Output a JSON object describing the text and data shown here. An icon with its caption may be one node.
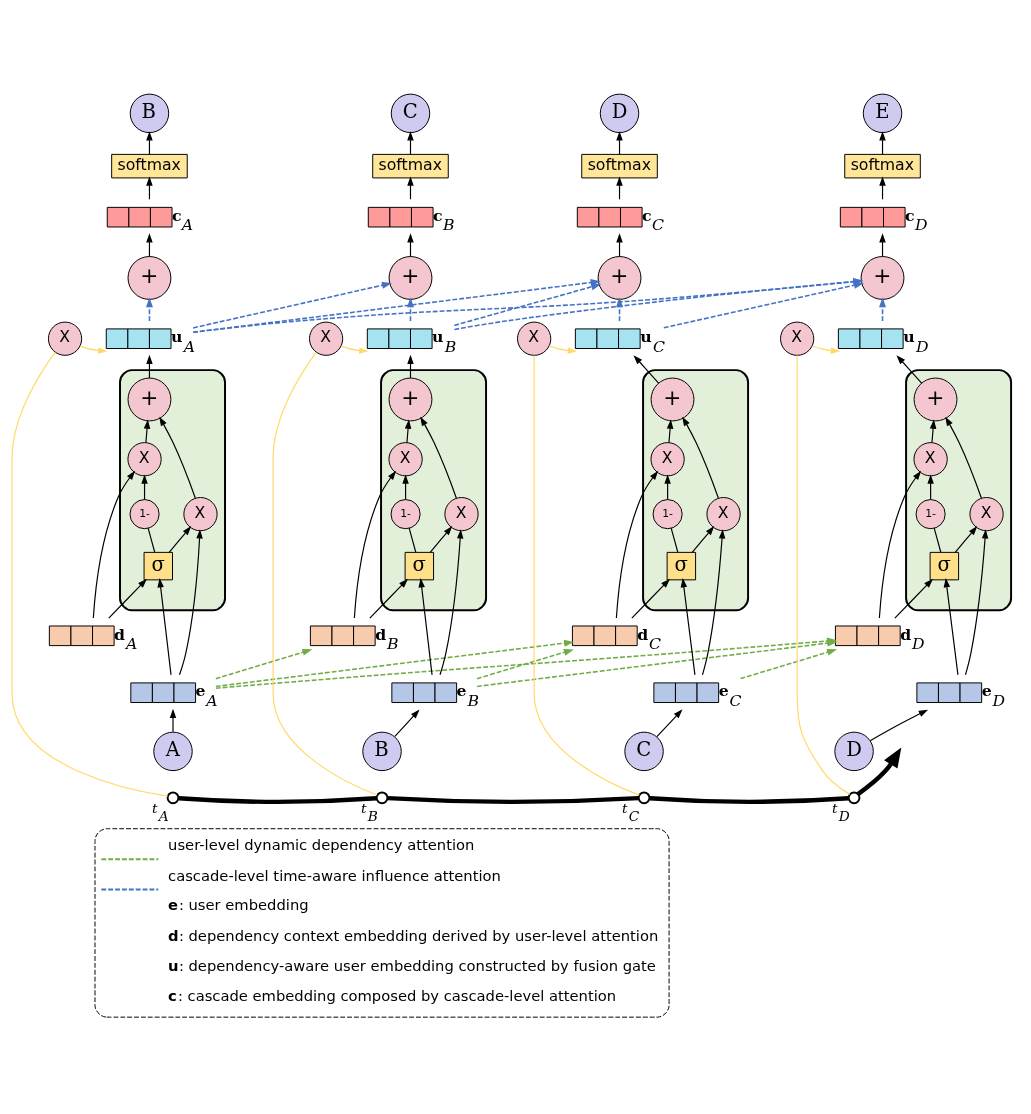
{
  "diagram": {
    "nodes": [
      {
        "text": [
          "B"
        ]
      },
      {
        "text": [
          "softmax"
        ]
      },
      {
        "text": [],
        "shape": "bar",
        "beside": [
          "**c**$_{A}$"
        ]
      },
      {
        "text": [
          "+"
        ]
      },
      {
        "text": [],
        "shape": "bar",
        "beside": [
          "**u**$_{A}$"
        ]
      },
      {
        "text": [
          "X"
        ]
      },
      {
        "text": [],
        "shape": "box"
      },
      {
        "text": [
          "+"
        ],
        "in": 6
      },
      {
        "text": [
          "X"
        ],
        "in": 6
      },
      {
        "text": [
          "1-"
        ],
        "in": 6
      },
      {
        "text": [
          "X"
        ],
        "in": 6
      },
      {
        "text": [
          "σ"
        ],
        "in": 6
      },
      {
        "text": [],
        "shape": "bar",
        "beside": [
          "**d**$_{A}$"
        ]
      },
      {
        "text": [],
        "shape": "bar",
        "beside": [
          "**e**$_{A}$"
        ]
      },
      {
        "text": [
          "A"
        ]
      },
      {
        "text": [],
        "shape": "circle",
        "beside": [
          "t$_{A}$"
        ]
      },
      {
        "text": [
          "C"
        ]
      },
      {
        "text": [
          "softmax"
        ]
      },
      {
        "text": [],
        "shape": "bar",
        "beside": [
          "**c**$_{B}$"
        ]
      },
      {
        "text": [
          "+"
        ]
      },
      {
        "text": [],
        "shape": "bar",
        "beside": [
          "**u**$_{B}$"
        ]
      },
      {
        "text": [
          "X"
        ]
      },
      {
        "text": [],
        "shape": "box"
      },
      {
        "text": [
          "+"
        ],
        "in": 22
      },
      {
        "text": [
          "X"
        ],
        "in": 22
      },
      {
        "text": [
          "1-"
        ],
        "in": 22
      },
      {
        "text": [
          "X"
        ],
        "in": 22
      },
      {
        "text": [
          "σ"
        ],
        "in": 22
      },
      {
        "text": [],
        "shape": "bar",
        "beside": [
          "**d**$_{B}$"
        ]
      },
      {
        "text": [],
        "shape": "bar",
        "beside": [
          "**e**$_{B}$"
        ]
      },
      {
        "text": [
          "B"
        ]
      },
      {
        "text": [],
        "shape": "circle",
        "beside": [
          "t$_{B}$"
        ]
      },
      {
        "text": [
          "D"
        ]
      },
      {
        "text": [
          "softmax"
        ]
      },
      {
        "text": [],
        "shape": "bar",
        "beside": [
          "**c**$_{C}$"
        ]
      },
      {
        "text": [
          "+"
        ]
      },
      {
        "text": [],
        "shape": "bar",
        "beside": [
          "**u**$_{C}$"
        ]
      },
      {
        "text": [
          "X"
        ]
      },
      {
        "text": [],
        "shape": "box"
      },
      {
        "text": [
          "+"
        ],
        "in": 38
      },
      {
        "text": [
          "X"
        ],
        "in": 38
      },
      {
        "text": [
          "1-"
        ],
        "in": 38
      },
      {
        "text": [
          "X"
        ],
        "in": 38
      },
      {
        "text": [
          "σ"
        ],
        "in": 38
      },
      {
        "text": [],
        "shape": "bar",
        "beside": [
          "**d**$_{C}$"
        ]
      },
      {
        "text": [],
        "shape": "bar",
        "beside": [
          "**e**$_{C}$"
        ]
      },
      {
        "text": [
          "C"
        ]
      },
      {
        "text": [],
        "shape": "circle",
        "beside": [
          "t$_{C}$"
        ]
      },
      {
        "text": [
          "E"
        ]
      },
      {
        "text": [
          "softmax"
        ]
      },
      {
        "text": [],
        "shape": "bar",
        "beside": [
          "**c**$_{D}$"
        ]
      },
      {
        "text": [
          "+"
        ]
      },
      {
        "text": [],
        "shape": "bar",
        "beside": [
          "**u**$_{D}$"
        ]
      },
      {
        "text": [
          "X"
        ]
      },
      {
        "text": [],
        "shape": "box"
      },
      {
        "text": [
          "+"
        ],
        "in": 54
      },
      {
        "text": [
          "X"
        ],
        "in": 54
      },
      {
        "text": [
          "1-"
        ],
        "in": 54
      },
      {
        "text": [
          "X"
        ],
        "in": 54
      },
      {
        "text": [
          "σ"
        ],
        "in": 54
      },
      {
        "text": [],
        "shape": "bar",
        "beside": [
          "**d**$_{D}$"
        ]
      },
      {
        "text": [],
        "shape": "bar",
        "beside": [
          "**e**$_{D}$"
        ]
      },
      {
        "text": [
          "D"
        ]
      },
      {
        "text": [],
        "shape": "circle",
        "beside": [
          "t$_{D}$"
        ]
      }
    ],
    "edges": [
      {
        "from": 14,
        "to": 13,
        "arrow": "to"
      },
      {
        "from": 13,
        "to": 8,
        "arrow": "to"
      },
      {
        "from": 13,
        "to": 11,
        "arrow": "to"
      },
      {
        "from": 12,
        "to": 10,
        "arrow": "to"
      },
      {
        "from": 12,
        "to": 11,
        "arrow": "to"
      },
      {
        "from": 11,
        "to": 8,
        "arrow": "to"
      },
      {
        "from": 11,
        "to": 9,
        "arrow": "none"
      },
      {
        "from": 9,
        "to": 10,
        "arrow": "to"
      },
      {
        "from": 8,
        "to": 7,
        "arrow": "to"
      },
      {
        "from": 10,
        "to": 7,
        "arrow": "to"
      },
      {
        "from": 7,
        "to": 4,
        "arrow": "to"
      },
      {
        "from": 15,
        "to": 5,
        "arrow": "none",
        "color": "#ffd966"
      },
      {
        "from": 5,
        "to": 4,
        "arrow": "to",
        "color": "#ffd966"
      },
      {
        "from": 4,
        "to": 3,
        "arrow": "to",
        "style": "dashed",
        "color": "#4472c4"
      },
      {
        "from": 3,
        "to": 2,
        "arrow": "to"
      },
      {
        "from": 2,
        "to": 1,
        "arrow": "to"
      },
      {
        "from": 1,
        "to": 0,
        "arrow": "to"
      },
      {
        "from": 30,
        "to": 29,
        "arrow": "to"
      },
      {
        "from": 29,
        "to": 24,
        "arrow": "to"
      },
      {
        "from": 29,
        "to": 27,
        "arrow": "to"
      },
      {
        "from": 28,
        "to": 26,
        "arrow": "to"
      },
      {
        "from": 28,
        "to": 27,
        "arrow": "to"
      },
      {
        "from": 27,
        "to": 24,
        "arrow": "to"
      },
      {
        "from": 27,
        "to": 25,
        "arrow": "none"
      },
      {
        "from": 25,
        "to": 26,
        "arrow": "to"
      },
      {
        "from": 24,
        "to": 23,
        "arrow": "to"
      },
      {
        "from": 26,
        "to": 23,
        "arrow": "to"
      },
      {
        "from": 23,
        "to": 20,
        "arrow": "to"
      },
      {
        "from": 31,
        "to": 21,
        "arrow": "none",
        "color": "#ffd966"
      },
      {
        "from": 21,
        "to": 20,
        "arrow": "to",
        "color": "#ffd966"
      },
      {
        "from": 20,
        "to": 19,
        "arrow": "to",
        "style": "dashed",
        "color": "#4472c4"
      },
      {
        "from": 19,
        "to": 18,
        "arrow": "to"
      },
      {
        "from": 18,
        "to": 17,
        "arrow": "to"
      },
      {
        "from": 17,
        "to": 16,
        "arrow": "to"
      },
      {
        "from": 46,
        "to": 45,
        "arrow": "to"
      },
      {
        "from": 45,
        "to": 40,
        "arrow": "to"
      },
      {
        "from": 45,
        "to": 43,
        "arrow": "to"
      },
      {
        "from": 44,
        "to": 42,
        "arrow": "to"
      },
      {
        "from": 44,
        "to": 43,
        "arrow": "to"
      },
      {
        "from": 43,
        "to": 40,
        "arrow": "to"
      },
      {
        "from": 43,
        "to": 41,
        "arrow": "none"
      },
      {
        "from": 41,
        "to": 42,
        "arrow": "to"
      },
      {
        "from": 40,
        "to": 39,
        "arrow": "to"
      },
      {
        "from": 42,
        "to": 39,
        "arrow": "to"
      },
      {
        "from": 39,
        "to": 36,
        "arrow": "to"
      },
      {
        "from": 47,
        "to": 37,
        "arrow": "none",
        "color": "#ffd966"
      },
      {
        "from": 37,
        "to": 36,
        "arrow": "to",
        "color": "#ffd966"
      },
      {
        "from": 36,
        "to": 35,
        "arrow": "to",
        "style": "dashed",
        "color": "#4472c4"
      },
      {
        "from": 35,
        "to": 34,
        "arrow": "to"
      },
      {
        "from": 34,
        "to": 33,
        "arrow": "to"
      },
      {
        "from": 33,
        "to": 32,
        "arrow": "to"
      },
      {
        "from": 62,
        "to": 61,
        "arrow": "to"
      },
      {
        "from": 61,
        "to": 56,
        "arrow": "to"
      },
      {
        "from": 61,
        "to": 59,
        "arrow": "to"
      },
      {
        "from": 60,
        "to": 58,
        "arrow": "to"
      },
      {
        "from": 60,
        "to": 59,
        "arrow": "to"
      },
      {
        "from": 59,
        "to": 56,
        "arrow": "to"
      },
      {
        "from": 59,
        "to": 57,
        "arrow": "none"
      },
      {
        "from": 57,
        "to": 58,
        "arrow": "to"
      },
      {
        "from": 56,
        "to": 55,
        "arrow": "to"
      },
      {
        "from": 58,
        "to": 55,
        "arrow": "to"
      },
      {
        "from": 55,
        "to": 52,
        "arrow": "to"
      },
      {
        "from": 63,
        "to": 53,
        "arrow": "none",
        "color": "#ffd966"
      },
      {
        "from": 53,
        "to": 52,
        "arrow": "to",
        "color": "#ffd966"
      },
      {
        "from": 52,
        "to": 51,
        "arrow": "to",
        "style": "dashed",
        "color": "#4472c4"
      },
      {
        "from": 51,
        "to": 50,
        "arrow": "to"
      },
      {
        "from": 50,
        "to": 49,
        "arrow": "to"
      },
      {
        "from": 49,
        "to": 48,
        "arrow": "to"
      },
      {
        "from": 4,
        "to": 19,
        "arrow": "to",
        "style": "dashed",
        "color": "#4472c4"
      },
      {
        "from": 4,
        "to": 35,
        "arrow": "to",
        "style": "dashed",
        "color": "#4472c4"
      },
      {
        "from": 4,
        "to": 51,
        "arrow": "to",
        "style": "dashed",
        "color": "#4472c4"
      },
      {
        "from": 20,
        "to": 35,
        "arrow": "to",
        "style": "dashed",
        "color": "#4472c4"
      },
      {
        "from": 20,
        "to": 51,
        "arrow": "to",
        "style": "dashed",
        "color": "#4472c4"
      },
      {
        "from": 36,
        "to": 51,
        "arrow": "to",
        "style": "dashed",
        "color": "#4472c4"
      },
      {
        "from": 13,
        "to": 28,
        "arrow": "to",
        "style": "dashed",
        "color": "#70ad47"
      },
      {
        "from": 13,
        "to": 44,
        "arrow": "to",
        "style": "dashed",
        "color": "#70ad47"
      },
      {
        "from": 13,
        "to": 60,
        "arrow": "to",
        "style": "dashed",
        "color": "#70ad47"
      },
      {
        "from": 29,
        "to": 44,
        "arrow": "to",
        "style": "dashed",
        "color": "#70ad47"
      },
      {
        "from": 29,
        "to": 60,
        "arrow": "to",
        "style": "dashed",
        "color": "#70ad47"
      },
      {
        "from": 45,
        "to": 60,
        "arrow": "to",
        "style": "dashed",
        "color": "#70ad47"
      },
      {
        "from": 15,
        "to": 31,
        "arrow": "none",
        "style": "thick"
      },
      {
        "from": 31,
        "to": 47,
        "arrow": "none",
        "style": "thick"
      },
      {
        "from": 47,
        "to": 63,
        "arrow": "none",
        "style": "thick"
      },
      {
        "from": 63,
        "to": null,
        "arrow": "to",
        "style": "thick"
      }
    ],
    "legend": [
      {
        "text": "user-level dynamic dependency attention",
        "color": "#70ad47"
      },
      {
        "text": "cascade-level time-aware influence attention",
        "color": "#4472c4"
      },
      {
        "text": "**e**: user embedding"
      },
      {
        "text": "**d**: dependency context embedding derived by user-level attention"
      },
      {
        "text": "**u**: dependency-aware user embedding constructed by fusion gate"
      },
      {
        "text": "**c**: cascade embedding composed by cascade-level attention"
      }
    ]
  }
}
